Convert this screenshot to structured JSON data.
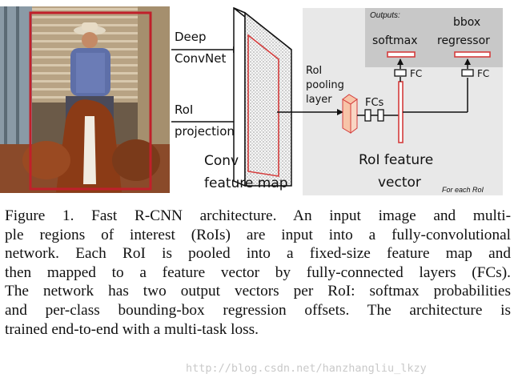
{
  "figure": {
    "labels": {
      "deep_convnet": [
        "Deep",
        "ConvNet"
      ],
      "roi_projection": [
        "RoI",
        "projection"
      ],
      "conv_feature_map": [
        "Conv",
        "feature map"
      ],
      "roi_pooling_layer": [
        "RoI",
        "pooling",
        "layer"
      ],
      "fcs": "FCs",
      "roi_feature_vector": [
        "RoI feature",
        "vector"
      ],
      "outputs": "Outputs:",
      "softmax": "softmax",
      "bbox_regressor": [
        "bbox",
        "regressor"
      ],
      "fc_left": "FC",
      "fc_right": "FC",
      "for_each_roi": "For each RoI"
    },
    "colors": {
      "roi_box": "#c0202a",
      "panel_bg": "#e8e8e8",
      "outputs_bg": "#c8c8c8",
      "pool_fill": "#f7c4a8"
    }
  },
  "caption": {
    "lines": [
      "Figure 1. Fast R-CNN architecture.  An input image and multi-",
      "ple regions of interest (RoIs) are input into a fully-convolutional",
      "network.  Each RoI is pooled into a fixed-size feature map and",
      "then mapped to a feature vector by fully-connected layers (FCs).",
      "The network has two output vectors per RoI: softmax probabilities",
      "and per-class bounding-box regression offsets. The architecture is",
      "trained end-to-end with a multi-task loss."
    ]
  },
  "watermark": "http://blog.csdn.net/hanzhangliu_lkzy"
}
